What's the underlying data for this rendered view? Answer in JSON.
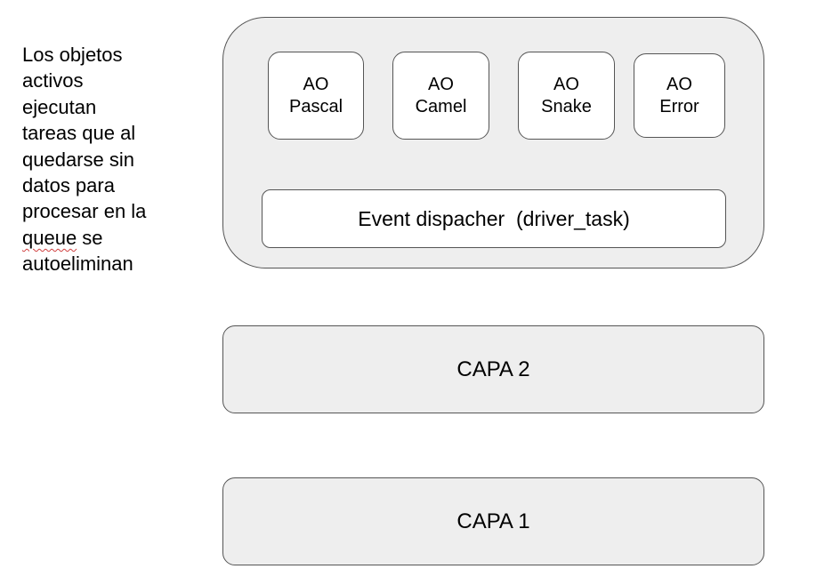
{
  "note": {
    "lines": [
      "Los objetos",
      "activos",
      "ejecutan",
      "tareas que  al",
      "quedarse sin",
      "datos para",
      "procesar en la"
    ],
    "misspelled_word": "queue",
    "line_after_word": " se",
    "last_line": "autoeliminan"
  },
  "outer_group": {
    "active_objects": [
      {
        "line1": "AO",
        "line2": "Pascal"
      },
      {
        "line1": "AO",
        "line2": "Camel"
      },
      {
        "line1": "AO",
        "line2": "Snake"
      },
      {
        "line1": "AO",
        "line2": "Error"
      }
    ],
    "dispatcher_label": "Event dispacher  (driver_task)"
  },
  "layers": [
    {
      "label": "CAPA 2"
    },
    {
      "label": "CAPA 1"
    }
  ],
  "colors": {
    "border": "#555555",
    "fill_gray": "#eeeeee",
    "fill_white": "#ffffff",
    "spellcheck": "#d04040"
  }
}
